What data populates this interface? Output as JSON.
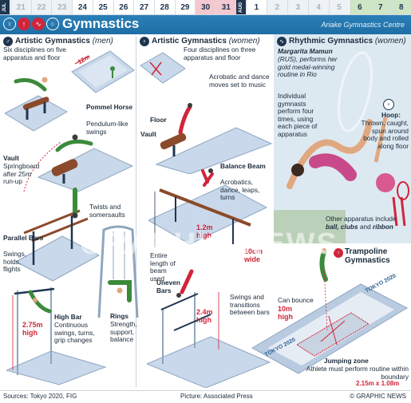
{
  "date_strip": {
    "month_jul": "JUL",
    "month_aug": "AUG",
    "jul_days": [
      "21",
      "22",
      "23",
      "24",
      "25",
      "26",
      "27",
      "28",
      "29",
      "30",
      "31"
    ],
    "aug_days": [
      "1",
      "2",
      "3",
      "4",
      "5",
      "6",
      "7",
      "8"
    ]
  },
  "header": {
    "title": "Gymnastics",
    "venue": "Ariake Gymnastics Centre"
  },
  "artistic_men": {
    "heading": "Artistic Gymnastics",
    "heading_note": "(men)",
    "intro": "Six disciplines on five apparatus and floor",
    "floor_size": "12m",
    "pommel_title": "Pommel Horse",
    "pommel_desc": "Pendulum-like swings",
    "vault_title": "Vault",
    "vault_desc": "Springboard after 25m run-up",
    "twists": "Twists and somersaults",
    "pbars_title": "Parallel Bars",
    "pbars_desc": "Swings, holds, flights",
    "highbar_title": "High Bar",
    "highbar_desc": "Continuous swings, turns, grip changes",
    "highbar_height": "2.75m high",
    "rings_title": "Rings",
    "rings_desc": "Strength, support, balance"
  },
  "artistic_women": {
    "heading": "Artistic Gymnastics",
    "heading_note": "(women)",
    "intro": "Four disciplines on three apparatus and floor",
    "floor_desc": "Acrobatic and dance moves set to music",
    "floor_label": "Floor",
    "vault_title": "Vault",
    "beam_title": "Balance Beam",
    "beam_desc": "Acrobatics, dance, leaps, turns",
    "beam_height": "1.2m high",
    "beam_width": "10cm wide",
    "beam_length": "Entire length of beam used",
    "uneven_title": "Uneven Bars",
    "uneven_height": "2.4m high",
    "uneven_desc": "Swings and transitions between bars"
  },
  "rhythmic": {
    "heading": "Rhythmic Gymnastics",
    "heading_note": "(women)",
    "athlete": "Margarita Mamun",
    "athlete_desc": "(RUS), performs her gold medal-winning routine in Rio",
    "individual": "Individual gymnasts perform four times, using each piece of apparatus",
    "hoop_title": "Hoop:",
    "hoop_desc": "Thrown, caught, spun around body and rolled along floor",
    "other_prefix": "Other apparatus include",
    "other_items": "ball, clubs",
    "other_and": "and",
    "other_last": "ribbon"
  },
  "trampoline": {
    "heading": "Trampoline Gymnastics",
    "bounce": "Can bounce",
    "bounce_height": "10m high",
    "brand": "TOKYO 2020",
    "zone_title": "Jumping zone",
    "zone_desc": "Athlete must perform routine within boundary",
    "zone_size": "2.15m x 1.08m"
  },
  "watermark": "GRAPHIC NEWS",
  "footer": {
    "sources": "Sources: Tokyo 2020, FIG",
    "picture": "Picture: Associated Press",
    "credit": "© GRAPHIC NEWS"
  },
  "colors": {
    "header_blue": "#1f6fa5",
    "navy": "#1f3550",
    "accent_red": "#d1243a",
    "mat_blue": "#c9d8ea",
    "highlight_pink": "#f3c9cf",
    "highlight_green": "#cfe6c6"
  }
}
